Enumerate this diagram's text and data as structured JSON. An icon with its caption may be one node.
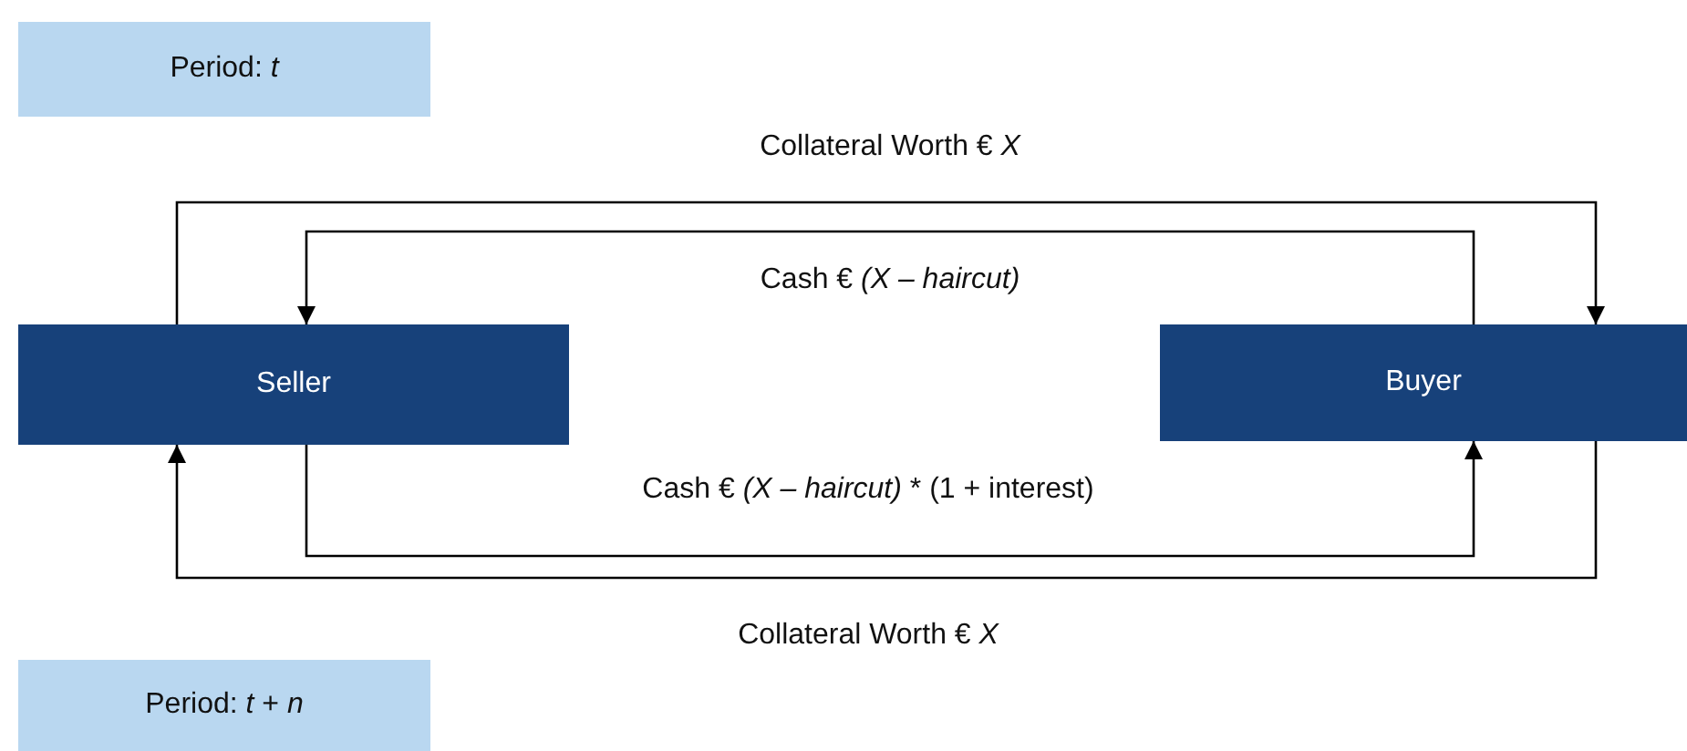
{
  "diagram": {
    "nodes": [
      {
        "text": [
          "Period: *t*"
        ]
      },
      {
        "text": [
          "Seller"
        ]
      },
      {
        "text": [
          "Buyer"
        ]
      },
      {
        "text": [
          "Period: *t* + *n*"
        ]
      }
    ],
    "edges": [
      {
        "from": 1,
        "to": 2,
        "arrow": "to",
        "label": "Collateral Worth € *X*"
      },
      {
        "from": 2,
        "to": 1,
        "arrow": "to",
        "label": "Cash € *(X – haircut)*"
      },
      {
        "from": 1,
        "to": 2,
        "arrow": "to",
        "label": "Cash € *(X – haircut)* * (1 + interest)"
      },
      {
        "from": 2,
        "to": 1,
        "arrow": "to",
        "label": "Collateral Worth € *X*"
      }
    ]
  }
}
